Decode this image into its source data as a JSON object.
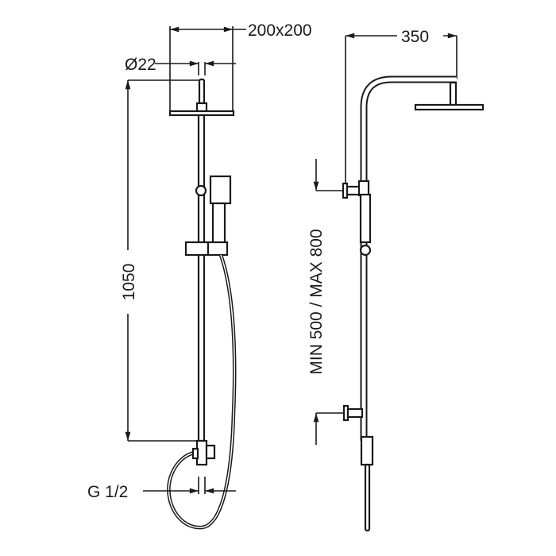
{
  "front_view": {
    "head_size_label": "200x200",
    "pipe_diameter_label": "Ø22",
    "height_label": "1050",
    "inlet_label": "G 1/2"
  },
  "side_view": {
    "arm_length_label": "350",
    "bracket_spacing_label": "MIN 500 / MAX 800"
  }
}
